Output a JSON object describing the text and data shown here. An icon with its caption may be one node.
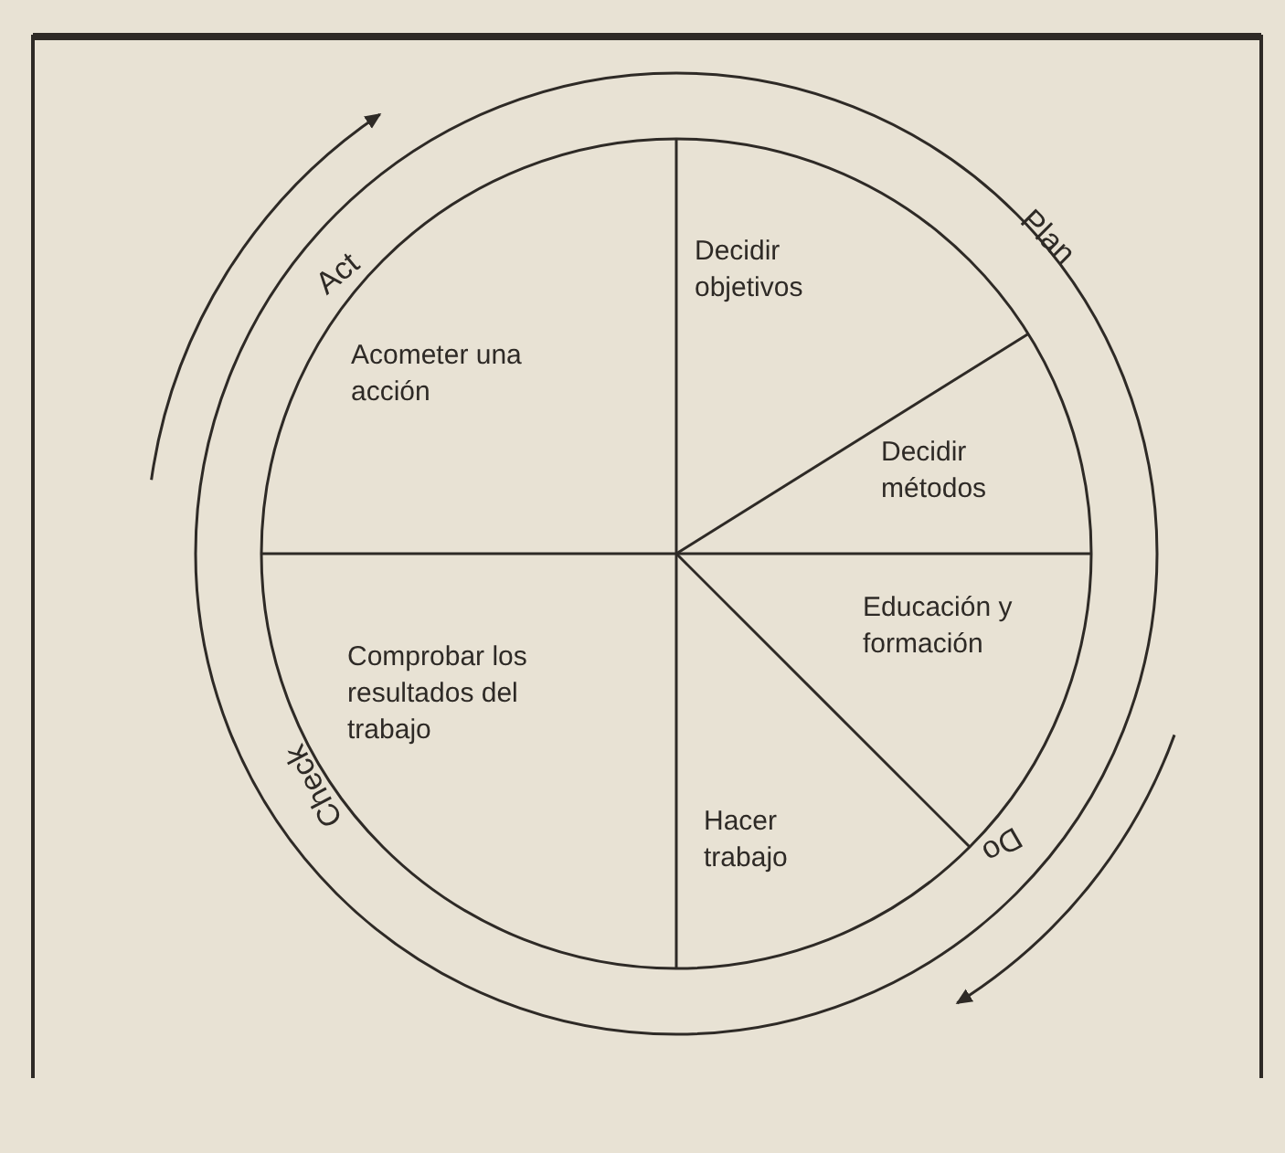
{
  "diagram": {
    "nodes": [
      {
        "text": [
          "Decidir objetivos"
        ]
      },
      {
        "text": [
          "Acometer una acción"
        ]
      },
      {
        "text": [
          "Decidir métodos"
        ]
      },
      {
        "text": [
          "Educación y formación"
        ]
      },
      {
        "text": [
          "Comprobar los resultados del trabajo"
        ]
      },
      {
        "text": [
          "Hacer trabajo"
        ]
      }
    ],
    "edges": [],
    "labels": [
      "Act",
      "Plan",
      "Do",
      "Check"
    ]
  }
}
